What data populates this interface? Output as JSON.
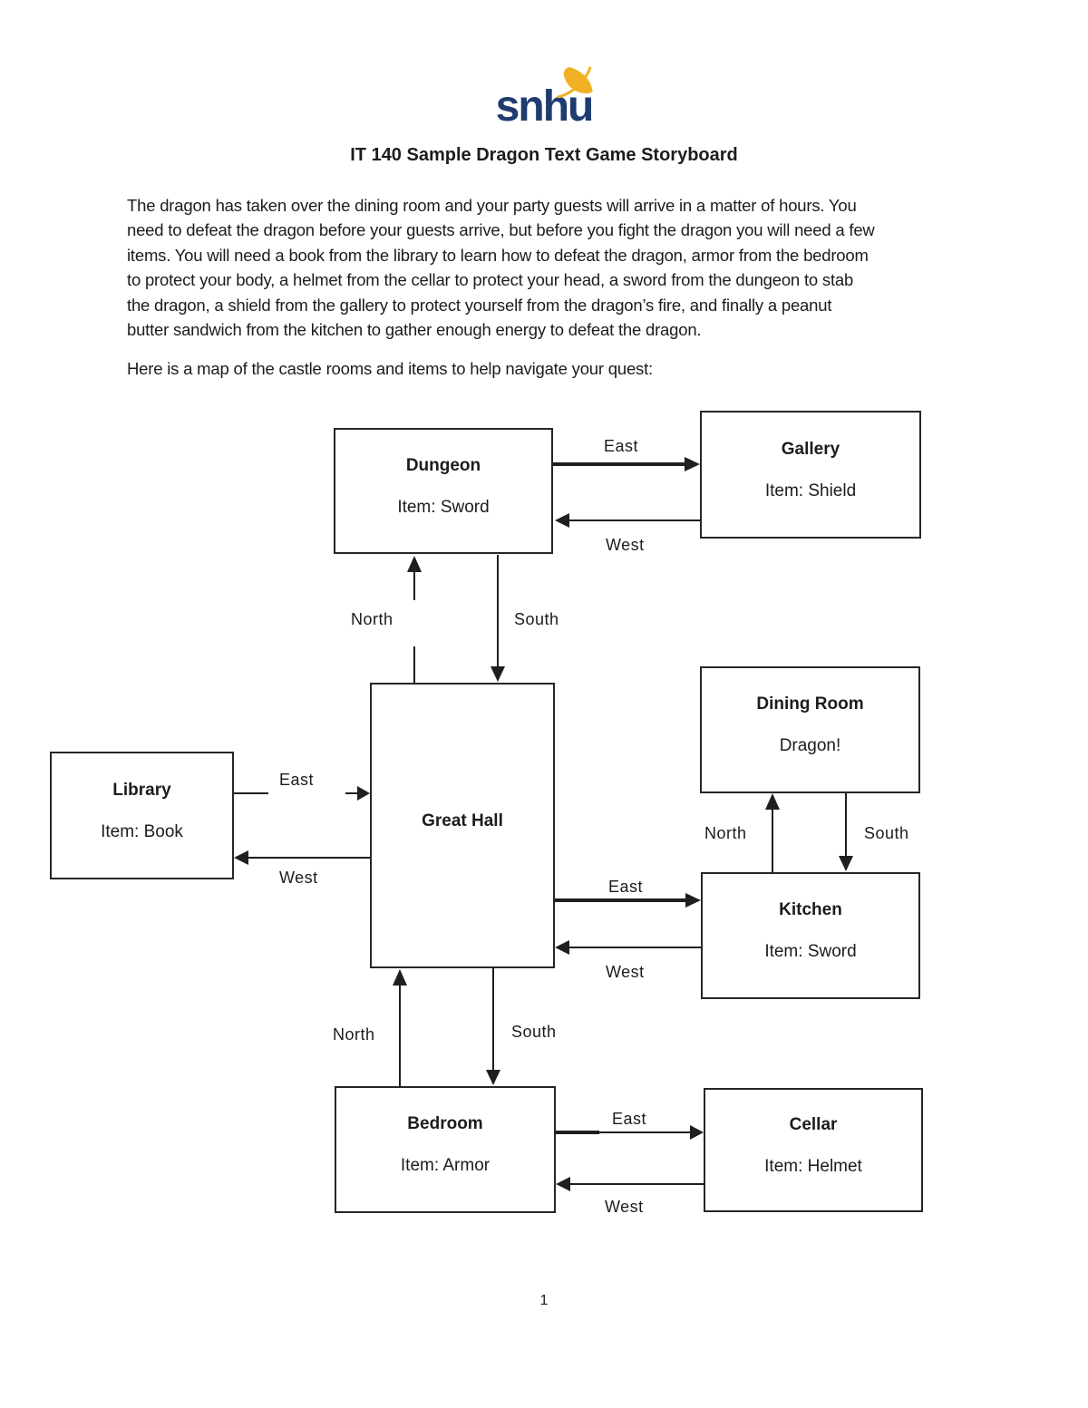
{
  "logo": {
    "text": "snhu",
    "navy": "#1e3c6f",
    "gold": "#f0b125",
    "icon": "leaf-icon"
  },
  "title": "IT 140 Sample Dragon Text Game Storyboard",
  "intro": {
    "lines": [
      "The dragon has taken over the dining room and your party guests will arrive in a matter of hours. You",
      "need to defeat the dragon before your guests arrive, but before you fight the dragon you will need a few",
      "items. You will need a book from the library to learn how to defeat the dragon, armor from the bedroom",
      "to protect your body, a helmet from the cellar to protect your head, a sword from the dungeon to stab",
      "the dragon, a shield from the gallery to protect yourself from the dragon’s fire, and finally a peanut",
      "butter sandwich from the kitchen to gather enough energy to defeat the dragon."
    ]
  },
  "map_caption": "Here is a map of the castle rooms and items to help navigate your quest:",
  "diagram": {
    "rooms": {
      "dungeon": {
        "name": "Dungeon",
        "item": "Item: Sword"
      },
      "gallery": {
        "name": "Gallery",
        "item": "Item: Shield"
      },
      "library": {
        "name": "Library",
        "item": "Item: Book"
      },
      "great_hall": {
        "name": "Great Hall"
      },
      "dining_room": {
        "name": "Dining Room",
        "item": "Dragon!"
      },
      "kitchen": {
        "name": "Kitchen",
        "item": "Item: Sword"
      },
      "bedroom": {
        "name": "Bedroom",
        "item": "Item: Armor"
      },
      "cellar": {
        "name": "Cellar",
        "item": "Item: Helmet"
      }
    },
    "connections": [
      {
        "from": "Dungeon",
        "to": "Gallery",
        "label": "East"
      },
      {
        "from": "Gallery",
        "to": "Dungeon",
        "label": "West"
      },
      {
        "from": "Great Hall",
        "to": "Dungeon",
        "label": "North"
      },
      {
        "from": "Dungeon",
        "to": "Great Hall",
        "label": "South"
      },
      {
        "from": "Library",
        "to": "Great Hall",
        "label": "East"
      },
      {
        "from": "Great Hall",
        "to": "Library",
        "label": "West"
      },
      {
        "from": "Great Hall",
        "to": "Kitchen",
        "label": "East"
      },
      {
        "from": "Kitchen",
        "to": "Great Hall",
        "label": "West"
      },
      {
        "from": "Kitchen",
        "to": "Dining Room",
        "label": "North"
      },
      {
        "from": "Dining Room",
        "to": "Kitchen",
        "label": "South"
      },
      {
        "from": "Bedroom",
        "to": "Great Hall",
        "label": "North"
      },
      {
        "from": "Great Hall",
        "to": "Bedroom",
        "label": "South"
      },
      {
        "from": "Bedroom",
        "to": "Cellar",
        "label": "East"
      },
      {
        "from": "Cellar",
        "to": "Bedroom",
        "label": "West"
      }
    ]
  },
  "page_number": "1"
}
